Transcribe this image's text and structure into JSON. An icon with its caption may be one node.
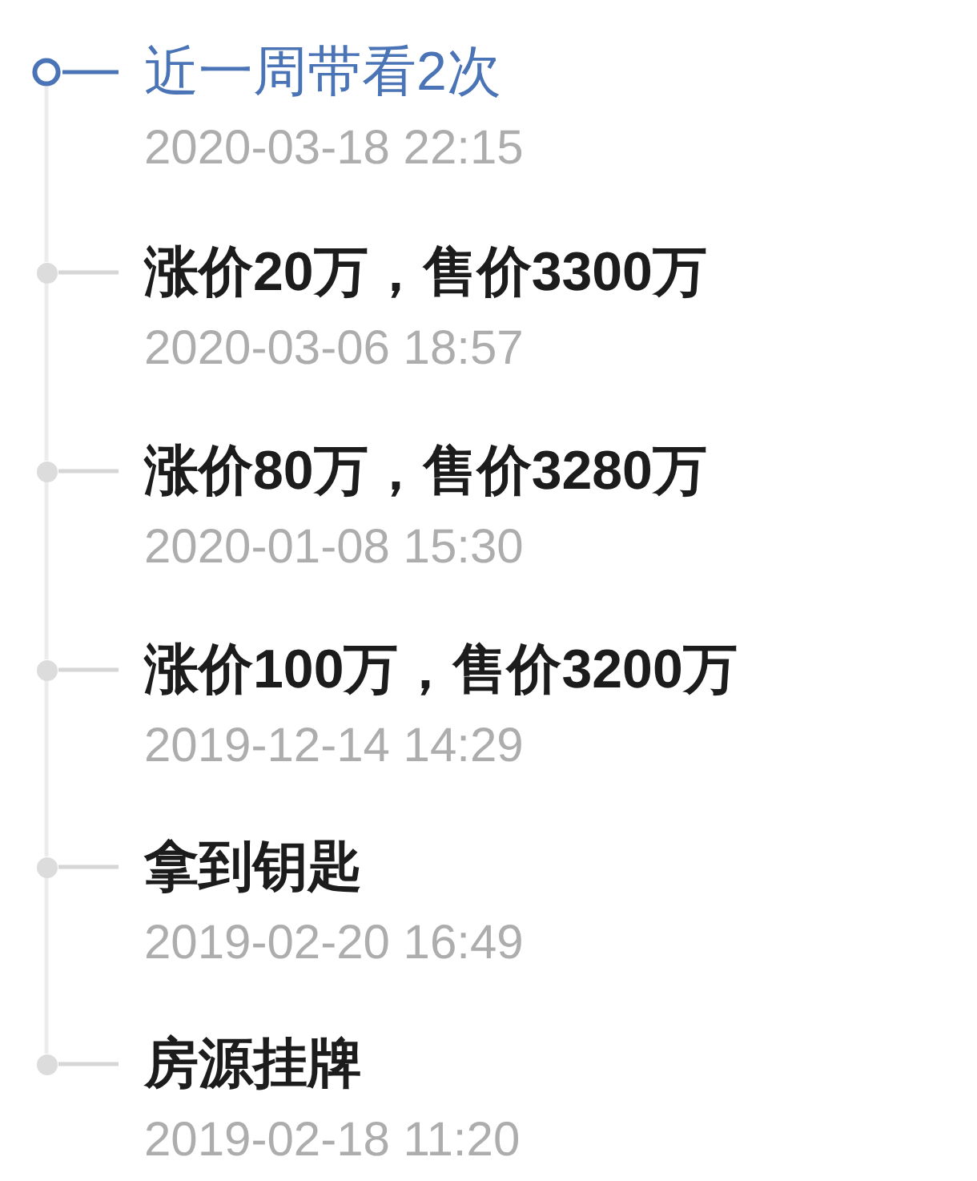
{
  "diagram": {
    "nodes": [
      {
        "text": [],
        "shape": "circle"
      },
      {
        "text": [
          "近一周带看2次",
          "2020-03-18 22:15"
        ]
      },
      {
        "text": [],
        "shape": "circle"
      },
      {
        "text": [
          "涨价20万，售价3300万",
          "2020-03-06 18:57"
        ]
      },
      {
        "text": [],
        "shape": "circle"
      },
      {
        "text": [
          "涨价80万，售价3280万",
          "2020-01-08 15:30"
        ]
      },
      {
        "text": [],
        "shape": "circle"
      },
      {
        "text": [
          "涨价100万，售价3200万",
          "2019-12-14 14:29"
        ]
      },
      {
        "text": [],
        "shape": "circle"
      },
      {
        "text": [
          "拿到钥匙",
          "2019-02-20 16:49"
        ]
      },
      {
        "text": [],
        "shape": "circle"
      },
      {
        "text": [
          "房源挂牌",
          "2019-02-18 11:20"
        ]
      }
    ],
    "edges": [
      {
        "from": 0,
        "to": 1,
        "arrow": "none",
        "color": "#4a74b6"
      },
      {
        "from": 0,
        "to": 2,
        "arrow": "none"
      },
      {
        "from": 2,
        "to": 3,
        "arrow": "none"
      },
      {
        "from": 2,
        "to": 4,
        "arrow": "none"
      },
      {
        "from": 4,
        "to": 5,
        "arrow": "none"
      },
      {
        "from": 4,
        "to": 6,
        "arrow": "none"
      },
      {
        "from": 6,
        "to": 7,
        "arrow": "none"
      },
      {
        "from": 6,
        "to": 8,
        "arrow": "none"
      },
      {
        "from": 8,
        "to": 9,
        "arrow": "none"
      },
      {
        "from": 8,
        "to": 10,
        "arrow": "none"
      },
      {
        "from": 10,
        "to": 11,
        "arrow": "none"
      }
    ]
  }
}
